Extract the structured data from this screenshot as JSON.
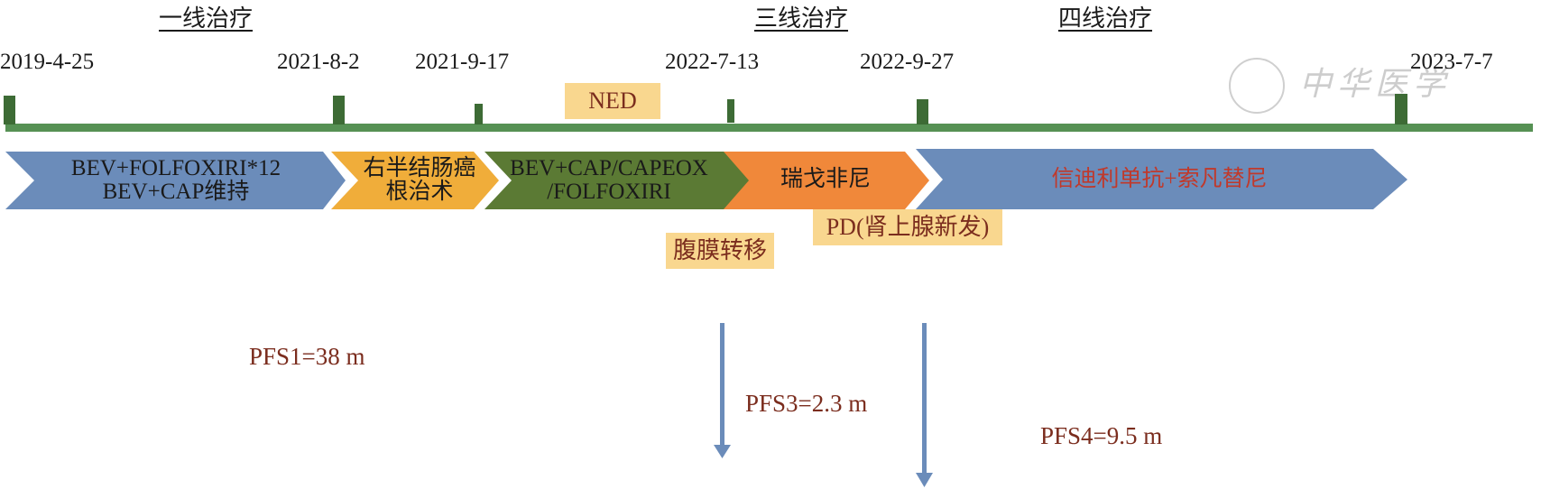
{
  "treatment_lines": [
    {
      "label": "一线治疗"
    },
    {
      "label": "三线治疗"
    },
    {
      "label": "四线治疗"
    }
  ],
  "timeline": {
    "dates": [
      "2019-4-25",
      "2021-8-2",
      "2021-9-17",
      "2022-7-13",
      "2022-9-27",
      "2023-7-7"
    ],
    "axis_color": "#569154",
    "tick_color": "#3d6b35"
  },
  "phases": [
    {
      "lines": [
        "BEV+FOLFOXIRI*12",
        "BEV+CAP维持"
      ],
      "color": "#6b8cba",
      "text_color": "#1a1a1a"
    },
    {
      "lines": [
        "右半结肠癌",
        "根治术"
      ],
      "color": "#f0ad3a",
      "text_color": "#1a1a1a"
    },
    {
      "lines": [
        "BEV+CAP/CAPEOX",
        "/FOLFOXIRI"
      ],
      "color": "#5b7a34",
      "text_color": "#1a1a1a"
    },
    {
      "lines": [
        "瑞戈非尼"
      ],
      "color": "#f0883a",
      "text_color": "#1a1a1a"
    },
    {
      "lines": [
        "信迪利单抗+索凡替尼"
      ],
      "color": "#6b8cba",
      "text_color": "#c0392b"
    }
  ],
  "notes": {
    "ned": "NED",
    "peritoneal": "腹膜转移",
    "pd": "PD(肾上腺新发)"
  },
  "pfs": {
    "pfs1": "PFS1=38 m",
    "pfs3": "PFS3=2.3 m",
    "pfs4": "PFS4=9.5 m"
  },
  "watermark": "中华医学"
}
